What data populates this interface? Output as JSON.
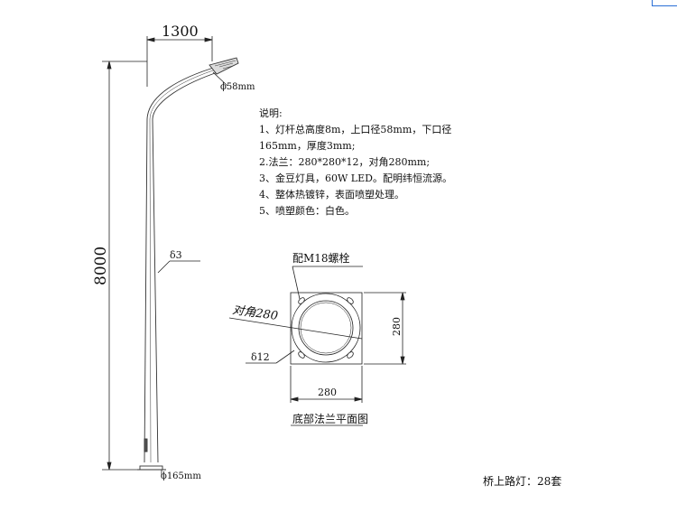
{
  "drawing": {
    "dims": {
      "arm_reach": "1300",
      "top_dia": "ϕ58mm",
      "height": "8000",
      "wall": "δ3",
      "base_dia": "ϕ165mm"
    },
    "notes": {
      "title": "说明:",
      "line1": "1、灯杆总高度8m，上口径58mm，下口径",
      "line1b": "165mm，厚度3mm;",
      "line2": "2.法兰：280*280*12，对角280mm;",
      "line3": "3、金豆灯具，60W LED。配明纬恒流源。",
      "line4": "4、整体热镀锌，表面喷塑处理。",
      "line5": "5、喷塑颜色：白色。"
    },
    "flange": {
      "bolt_label": "配M18螺栓",
      "diagonal_label": "对角280",
      "thickness_label": "δ12",
      "width_label": "280",
      "height_label": "280",
      "caption": "底部法兰平面图"
    },
    "summary": "桥上路灯：28套"
  }
}
